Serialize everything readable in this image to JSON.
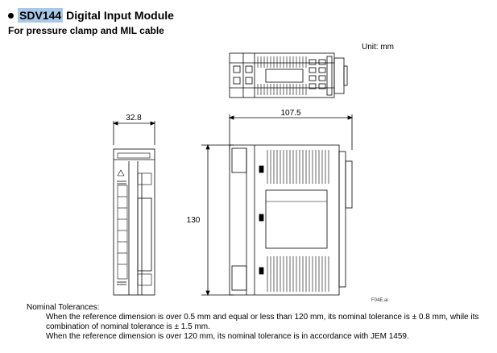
{
  "header": {
    "model": "SDV144",
    "title": "Digital Input Module",
    "subtitle": "For pressure clamp and MIL cable"
  },
  "unit_label": "Unit: mm",
  "dimensions": {
    "width": "32.8",
    "depth": "107.5",
    "height": "130"
  },
  "figure_id": "F04E.ai",
  "tolerances": {
    "heading": "Nominal Tolerances:",
    "lines": [
      "When the reference dimension is over 0.5 mm and equal or less than 120 mm, its nominal tolerance is ± 0.8 mm, while its",
      "combination of nominal tolerance is ± 1.5 mm.",
      "When the reference dimension is over 120 mm, its nominal tolerance is in accordance with JEM 1459."
    ]
  }
}
